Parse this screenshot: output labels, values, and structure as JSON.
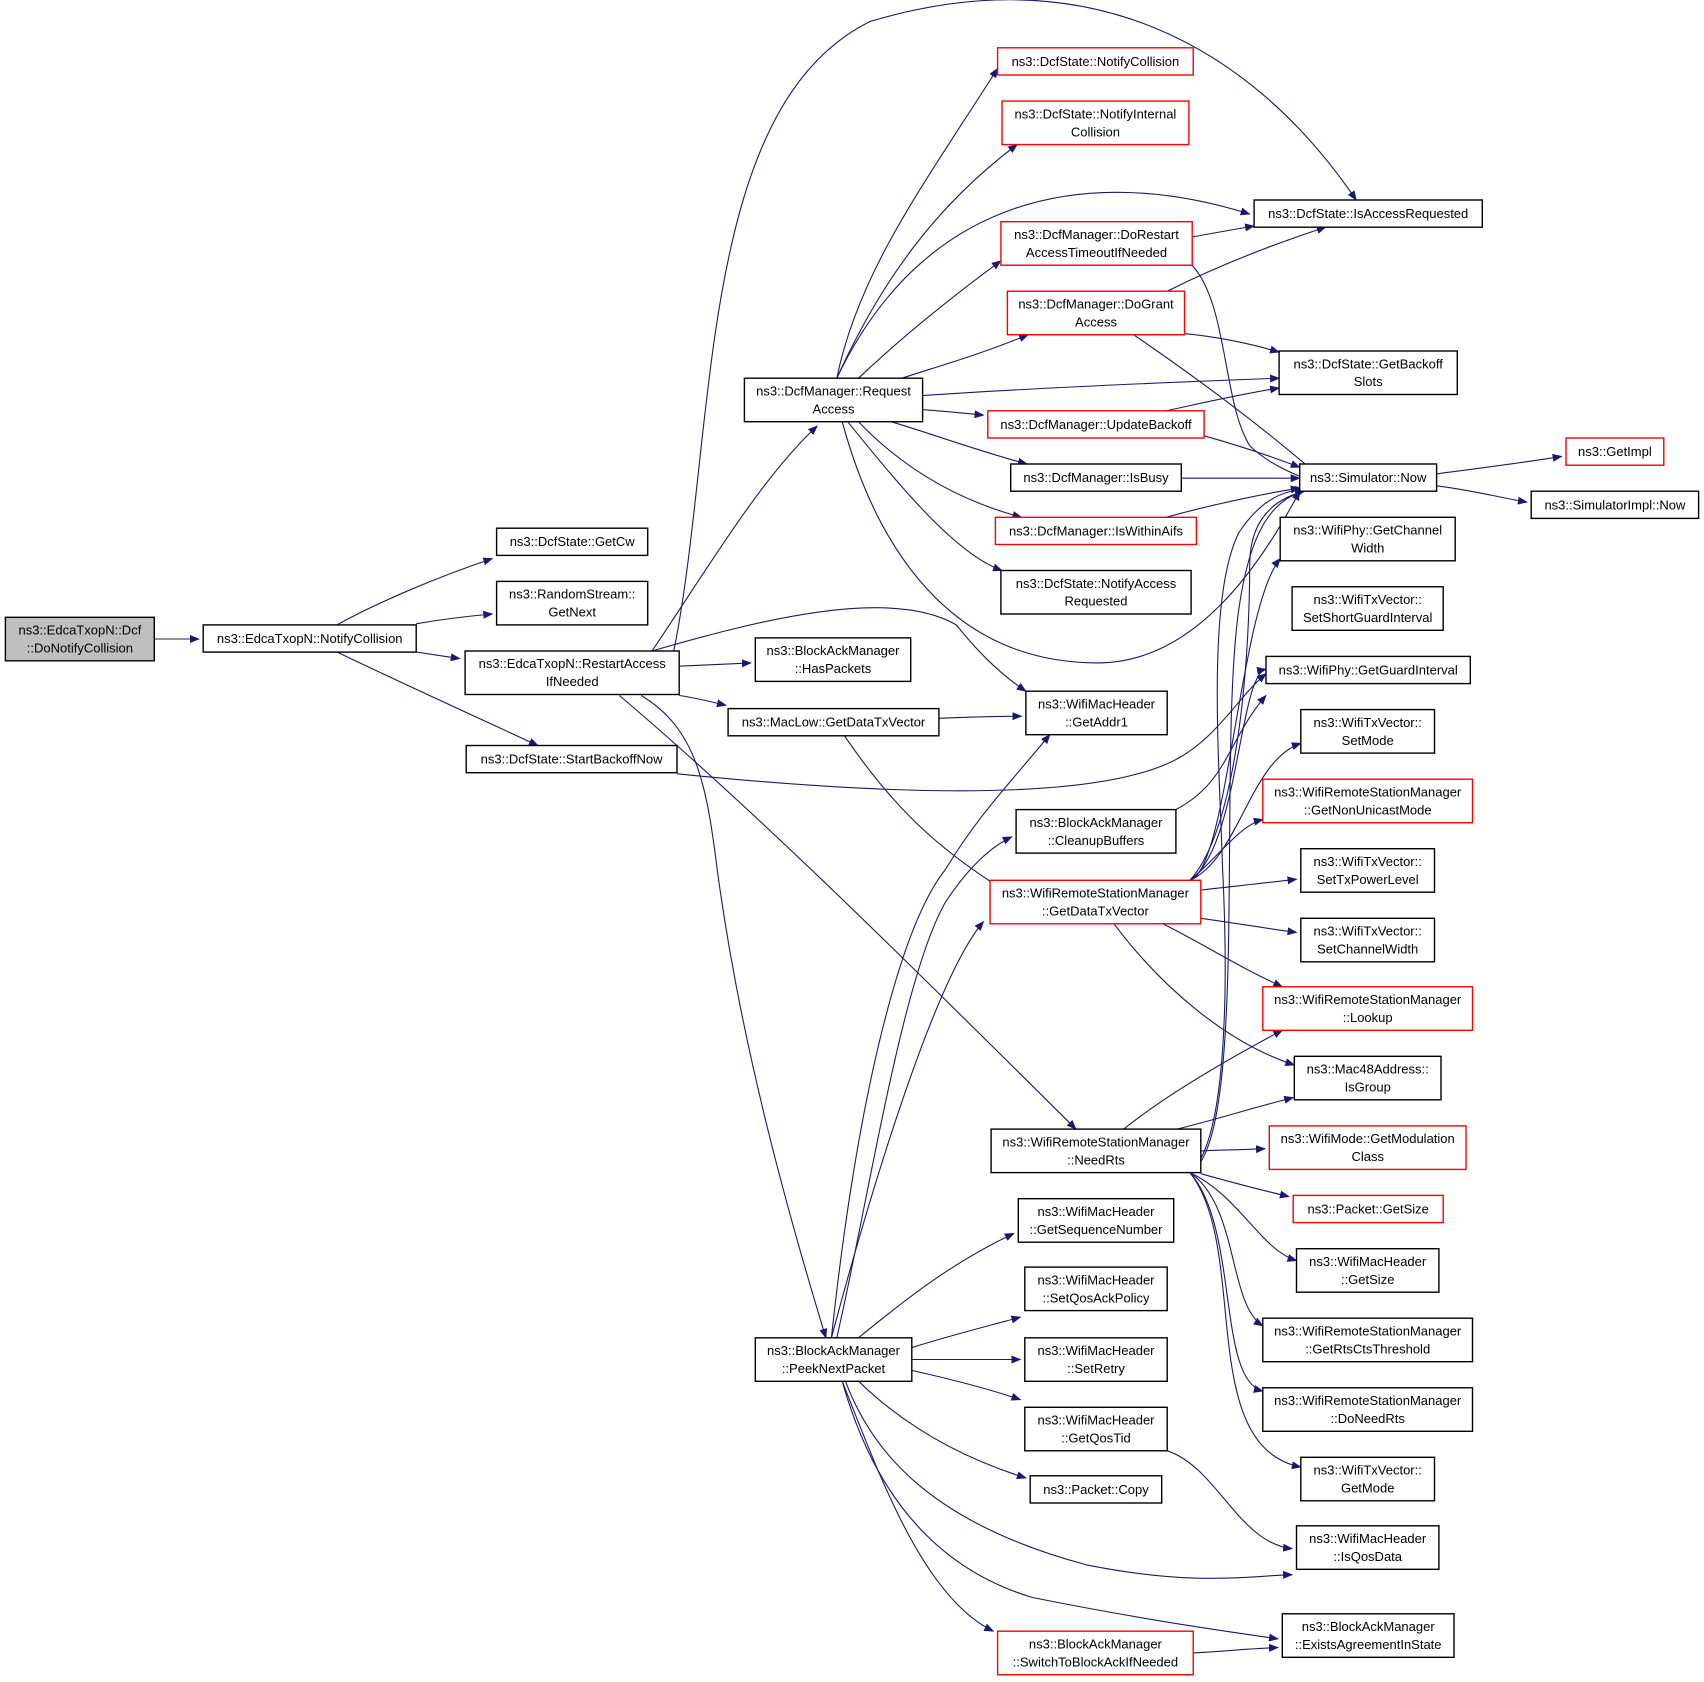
{
  "colors": {
    "edge": "#191970",
    "node_border": "#000000",
    "node_border_truncated": "#ff0000",
    "root_fill": "#bfbfbf",
    "node_fill": "#ffffff"
  },
  "nodes": [
    {
      "id": "root",
      "lines": [
        "ns3::EdcaTxopN::Dcf",
        "::DoNotifyCollision"
      ],
      "style": "root"
    },
    {
      "id": "notify_collision",
      "lines": [
        "ns3::EdcaTxopN::NotifyCollision"
      ],
      "style": "normal"
    },
    {
      "id": "getcw",
      "lines": [
        "ns3::DcfState::GetCw"
      ],
      "style": "normal"
    },
    {
      "id": "getnext",
      "lines": [
        "ns3::RandomStream::",
        "GetNext"
      ],
      "style": "normal"
    },
    {
      "id": "restart_access",
      "lines": [
        "ns3::EdcaTxopN::RestartAccess",
        "IfNeeded"
      ],
      "style": "normal"
    },
    {
      "id": "start_backoff",
      "lines": [
        "ns3::DcfState::StartBackoffNow"
      ],
      "style": "normal"
    },
    {
      "id": "request_access",
      "lines": [
        "ns3::DcfManager::Request",
        "Access"
      ],
      "style": "normal"
    },
    {
      "id": "has_packets",
      "lines": [
        "ns3::BlockAckManager",
        "::HasPackets"
      ],
      "style": "normal"
    },
    {
      "id": "get_data_tx_vector",
      "lines": [
        "ns3::MacLow::GetDataTxVector"
      ],
      "style": "normal"
    },
    {
      "id": "notify_collision_state",
      "lines": [
        "ns3::DcfState::NotifyCollision"
      ],
      "style": "truncated"
    },
    {
      "id": "notify_internal",
      "lines": [
        "ns3::DcfState::NotifyInternal",
        "Collision"
      ],
      "style": "truncated"
    },
    {
      "id": "do_restart",
      "lines": [
        "ns3::DcfManager::DoRestart",
        "AccessTimeoutIfNeeded"
      ],
      "style": "truncated"
    },
    {
      "id": "do_grant",
      "lines": [
        "ns3::DcfManager::DoGrant",
        "Access"
      ],
      "style": "truncated"
    },
    {
      "id": "update_backoff",
      "lines": [
        "ns3::DcfManager::UpdateBackoff"
      ],
      "style": "truncated"
    },
    {
      "id": "is_busy",
      "lines": [
        "ns3::DcfManager::IsBusy"
      ],
      "style": "normal"
    },
    {
      "id": "is_within_aifs",
      "lines": [
        "ns3::DcfManager::IsWithinAifs"
      ],
      "style": "truncated"
    },
    {
      "id": "notify_access_requested",
      "lines": [
        "ns3::DcfState::NotifyAccess",
        "Requested"
      ],
      "style": "normal"
    },
    {
      "id": "is_access_requested",
      "lines": [
        "ns3::DcfState::IsAccessRequested"
      ],
      "style": "normal"
    },
    {
      "id": "get_backoff_slots",
      "lines": [
        "ns3::DcfState::GetBackoff",
        "Slots"
      ],
      "style": "normal"
    },
    {
      "id": "sim_now",
      "lines": [
        "ns3::Simulator::Now"
      ],
      "style": "normal"
    },
    {
      "id": "get_impl",
      "lines": [
        "ns3::GetImpl"
      ],
      "style": "truncated"
    },
    {
      "id": "sim_impl_now",
      "lines": [
        "ns3::SimulatorImpl::Now"
      ],
      "style": "normal"
    },
    {
      "id": "get_addr1",
      "lines": [
        "ns3::WifiMacHeader",
        "::GetAddr1"
      ],
      "style": "normal"
    },
    {
      "id": "cleanup_buffers",
      "lines": [
        "ns3::BlockAckManager",
        "::CleanupBuffers"
      ],
      "style": "normal"
    },
    {
      "id": "wrsm_get_data_tx_vector",
      "lines": [
        "ns3::WifiRemoteStationManager",
        "::GetDataTxVector"
      ],
      "style": "truncated"
    },
    {
      "id": "need_rts",
      "lines": [
        "ns3::WifiRemoteStationManager",
        "::NeedRts"
      ],
      "style": "normal"
    },
    {
      "id": "peek_next_packet",
      "lines": [
        "ns3::BlockAckManager",
        "::PeekNextPacket"
      ],
      "style": "normal"
    },
    {
      "id": "get_seq_num",
      "lines": [
        "ns3::WifiMacHeader",
        "::GetSequenceNumber"
      ],
      "style": "normal"
    },
    {
      "id": "set_qos_ack",
      "lines": [
        "ns3::WifiMacHeader",
        "::SetQosAckPolicy"
      ],
      "style": "normal"
    },
    {
      "id": "set_retry",
      "lines": [
        "ns3::WifiMacHeader",
        "::SetRetry"
      ],
      "style": "normal"
    },
    {
      "id": "get_qos_tid",
      "lines": [
        "ns3::WifiMacHeader",
        "::GetQosTid"
      ],
      "style": "normal"
    },
    {
      "id": "packet_copy",
      "lines": [
        "ns3::Packet::Copy"
      ],
      "style": "normal"
    },
    {
      "id": "switch_to_block_ack",
      "lines": [
        "ns3::BlockAckManager",
        "::SwitchToBlockAckIfNeeded"
      ],
      "style": "truncated"
    },
    {
      "id": "phy_get_channel_width",
      "lines": [
        "ns3::WifiPhy::GetChannel",
        "Width"
      ],
      "style": "normal"
    },
    {
      "id": "set_short_guard",
      "lines": [
        "ns3::WifiTxVector::",
        "SetShortGuardInterval"
      ],
      "style": "normal"
    },
    {
      "id": "phy_get_guard",
      "lines": [
        "ns3::WifiPhy::GetGuardInterval"
      ],
      "style": "normal"
    },
    {
      "id": "set_mode",
      "lines": [
        "ns3::WifiTxVector::",
        "SetMode"
      ],
      "style": "normal"
    },
    {
      "id": "get_non_unicast",
      "lines": [
        "ns3::WifiRemoteStationManager",
        "::GetNonUnicastMode"
      ],
      "style": "truncated"
    },
    {
      "id": "set_tx_power",
      "lines": [
        "ns3::WifiTxVector::",
        "SetTxPowerLevel"
      ],
      "style": "normal"
    },
    {
      "id": "set_channel_width",
      "lines": [
        "ns3::WifiTxVector::",
        "SetChannelWidth"
      ],
      "style": "normal"
    },
    {
      "id": "lookup",
      "lines": [
        "ns3::WifiRemoteStationManager",
        "::Lookup"
      ],
      "style": "truncated"
    },
    {
      "id": "is_group",
      "lines": [
        "ns3::Mac48Address::",
        "IsGroup"
      ],
      "style": "normal"
    },
    {
      "id": "get_mod_class",
      "lines": [
        "ns3::WifiMode::GetModulation",
        "Class"
      ],
      "style": "truncated"
    },
    {
      "id": "packet_get_size",
      "lines": [
        "ns3::Packet::GetSize"
      ],
      "style": "truncated"
    },
    {
      "id": "hdr_get_size",
      "lines": [
        "ns3::WifiMacHeader",
        "::GetSize"
      ],
      "style": "normal"
    },
    {
      "id": "get_rts_cts",
      "lines": [
        "ns3::WifiRemoteStationManager",
        "::GetRtsCtsThreshold"
      ],
      "style": "normal"
    },
    {
      "id": "do_need_rts",
      "lines": [
        "ns3::WifiRemoteStationManager",
        "::DoNeedRts"
      ],
      "style": "normal"
    },
    {
      "id": "get_mode",
      "lines": [
        "ns3::WifiTxVector::",
        "GetMode"
      ],
      "style": "normal"
    },
    {
      "id": "is_qos_data",
      "lines": [
        "ns3::WifiMacHeader",
        "::IsQosData"
      ],
      "style": "normal"
    },
    {
      "id": "exists_agreement",
      "lines": [
        "ns3::BlockAckManager",
        "::ExistsAgreementInState"
      ],
      "style": "normal"
    }
  ]
}
